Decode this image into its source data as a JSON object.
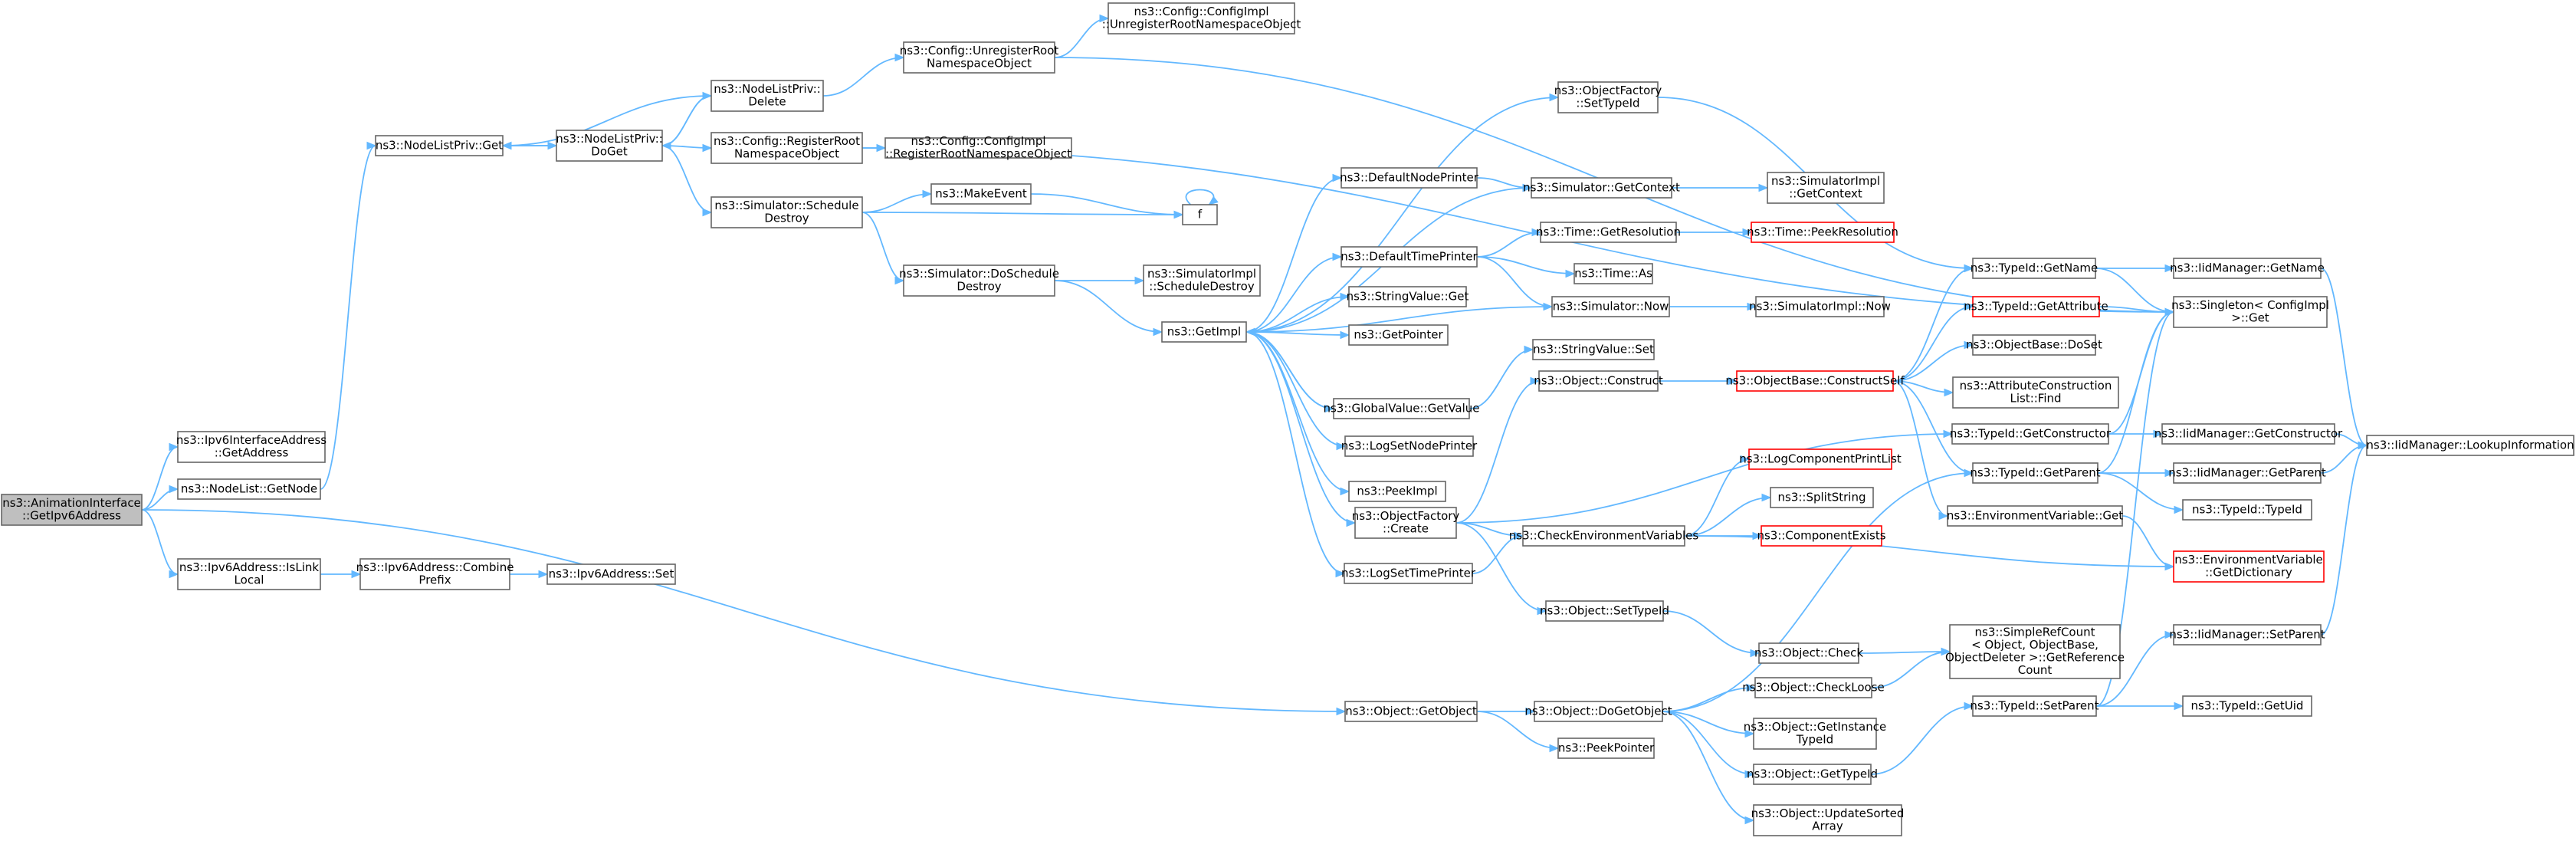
{
  "colors": {
    "edge": "#63b8ff",
    "node_border": "#666666",
    "node_fill": "#ffffff",
    "root_fill": "#bfbfbf",
    "highlight_border": "#ff0000"
  },
  "nodes": [
    {
      "id": "root",
      "lines": [
        "ns3::AnimationInterface",
        "::GetIpv6Address"
      ],
      "root": true
    },
    {
      "id": "ipv6ifaddr",
      "lines": [
        "ns3::Ipv6InterfaceAddress",
        "::GetAddress"
      ]
    },
    {
      "id": "nodelistgetnode",
      "lines": [
        "ns3::NodeList::GetNode"
      ]
    },
    {
      "id": "islinklocal",
      "lines": [
        "ns3::Ipv6Address::IsLink",
        "Local"
      ]
    },
    {
      "id": "combineprefix",
      "lines": [
        "ns3::Ipv6Address::Combine",
        "Prefix"
      ]
    },
    {
      "id": "ipv6set",
      "lines": [
        "ns3::Ipv6Address::Set"
      ]
    },
    {
      "id": "nlpget",
      "lines": [
        "ns3::NodeListPriv::Get"
      ]
    },
    {
      "id": "nlpdoget",
      "lines": [
        "ns3::NodeListPriv::",
        "DoGet"
      ]
    },
    {
      "id": "nlpdelete",
      "lines": [
        "ns3::NodeListPriv::",
        "Delete"
      ]
    },
    {
      "id": "unregroot",
      "lines": [
        "ns3::Config::UnregisterRoot",
        "NamespaceObject"
      ]
    },
    {
      "id": "implunreg",
      "lines": [
        "ns3::Config::ConfigImpl",
        "::UnregisterRootNamespaceObject"
      ]
    },
    {
      "id": "regroot",
      "lines": [
        "ns3::Config::RegisterRoot",
        "NamespaceObject"
      ]
    },
    {
      "id": "implreg",
      "lines": [
        "ns3::Config::ConfigImpl",
        "::RegisterRootNamespaceObject"
      ]
    },
    {
      "id": "scheddestroy",
      "lines": [
        "ns3::Simulator::Schedule",
        "Destroy"
      ]
    },
    {
      "id": "makeevent",
      "lines": [
        "ns3::MakeEvent"
      ]
    },
    {
      "id": "f",
      "lines": [
        "f"
      ]
    },
    {
      "id": "doscheddestroy",
      "lines": [
        "ns3::Simulator::DoSchedule",
        "Destroy"
      ]
    },
    {
      "id": "simimplsched",
      "lines": [
        "ns3::SimulatorImpl",
        "::ScheduleDestroy"
      ]
    },
    {
      "id": "getimpl",
      "lines": [
        "ns3::GetImpl"
      ]
    },
    {
      "id": "defnodeprinter",
      "lines": [
        "ns3::DefaultNodePrinter"
      ]
    },
    {
      "id": "objfactsettypeid",
      "lines": [
        "ns3::ObjectFactory",
        "::SetTypeId"
      ]
    },
    {
      "id": "simgetcontext",
      "lines": [
        "ns3::Simulator::GetContext"
      ]
    },
    {
      "id": "simimplgetcontext",
      "lines": [
        "ns3::SimulatorImpl",
        "::GetContext"
      ]
    },
    {
      "id": "deftimeprinter",
      "lines": [
        "ns3::DefaultTimePrinter"
      ]
    },
    {
      "id": "timegetres",
      "lines": [
        "ns3::Time::GetResolution"
      ]
    },
    {
      "id": "timepeekres",
      "lines": [
        "ns3::Time::PeekResolution"
      ],
      "red": true
    },
    {
      "id": "timeas",
      "lines": [
        "ns3::Time::As"
      ]
    },
    {
      "id": "strvalget",
      "lines": [
        "ns3::StringValue::Get"
      ]
    },
    {
      "id": "simnow",
      "lines": [
        "ns3::Simulator::Now"
      ]
    },
    {
      "id": "simimplnow",
      "lines": [
        "ns3::SimulatorImpl::Now"
      ]
    },
    {
      "id": "getpointer",
      "lines": [
        "ns3::GetPointer"
      ]
    },
    {
      "id": "strvalset",
      "lines": [
        "ns3::StringValue::Set"
      ]
    },
    {
      "id": "globalvalget",
      "lines": [
        "ns3::GlobalValue::GetValue"
      ]
    },
    {
      "id": "objconstruct",
      "lines": [
        "ns3::Object::Construct"
      ]
    },
    {
      "id": "constructself",
      "lines": [
        "ns3::ObjectBase::ConstructSelf"
      ],
      "red": true
    },
    {
      "id": "logsetnode",
      "lines": [
        "ns3::LogSetNodePrinter"
      ]
    },
    {
      "id": "peekimpl",
      "lines": [
        "ns3::PeekImpl"
      ]
    },
    {
      "id": "objfactcreate",
      "lines": [
        "ns3::ObjectFactory",
        "::Create"
      ]
    },
    {
      "id": "logsettime",
      "lines": [
        "ns3::LogSetTimePrinter"
      ]
    },
    {
      "id": "logcompprint",
      "lines": [
        "ns3::LogComponentPrintList"
      ],
      "red": true
    },
    {
      "id": "splitstring",
      "lines": [
        "ns3::SplitString"
      ]
    },
    {
      "id": "checkenv",
      "lines": [
        "ns3::CheckEnvironmentVariables"
      ]
    },
    {
      "id": "compexists",
      "lines": [
        "ns3::ComponentExists"
      ],
      "red": true
    },
    {
      "id": "objsettypeid",
      "lines": [
        "ns3::Object::SetTypeId"
      ]
    },
    {
      "id": "objcheck",
      "lines": [
        "ns3::Object::Check"
      ]
    },
    {
      "id": "objcheckloose",
      "lines": [
        "ns3::Object::CheckLoose"
      ]
    },
    {
      "id": "simplerefcount",
      "lines": [
        "ns3::SimpleRefCount",
        "< Object, ObjectBase,",
        "ObjectDeleter >::GetReference",
        "Count"
      ]
    },
    {
      "id": "objgetobject",
      "lines": [
        "ns3::Object::GetObject"
      ]
    },
    {
      "id": "objdogetobject",
      "lines": [
        "ns3::Object::DoGetObject"
      ]
    },
    {
      "id": "peekpointer",
      "lines": [
        "ns3::PeekPointer"
      ]
    },
    {
      "id": "objgetinst",
      "lines": [
        "ns3::Object::GetInstance",
        "TypeId"
      ]
    },
    {
      "id": "objgettypeid",
      "lines": [
        "ns3::Object::GetTypeId"
      ]
    },
    {
      "id": "objupdatesorted",
      "lines": [
        "ns3::Object::UpdateSorted",
        "Array"
      ]
    },
    {
      "id": "typeidgetname",
      "lines": [
        "ns3::TypeId::GetName"
      ]
    },
    {
      "id": "typeidgetattr",
      "lines": [
        "ns3::TypeId::GetAttribute"
      ],
      "red": true
    },
    {
      "id": "objbasedoset",
      "lines": [
        "ns3::ObjectBase::DoSet"
      ]
    },
    {
      "id": "attrconstfind",
      "lines": [
        "ns3::AttributeConstruction",
        "List::Find"
      ]
    },
    {
      "id": "typeidgetctor",
      "lines": [
        "ns3::TypeId::GetConstructor"
      ]
    },
    {
      "id": "typeidgetparent",
      "lines": [
        "ns3::TypeId::GetParent"
      ]
    },
    {
      "id": "envvarget",
      "lines": [
        "ns3::EnvironmentVariable::Get"
      ]
    },
    {
      "id": "typeidsetparent",
      "lines": [
        "ns3::TypeId::SetParent"
      ]
    },
    {
      "id": "iidgetname",
      "lines": [
        "ns3::IidManager::GetName"
      ]
    },
    {
      "id": "singletonget",
      "lines": [
        "ns3::Singleton< ConfigImpl",
        " >::Get"
      ]
    },
    {
      "id": "iidgetctor",
      "lines": [
        "ns3::IidManager::GetConstructor"
      ]
    },
    {
      "id": "iidgetparent",
      "lines": [
        "ns3::IidManager::GetParent"
      ]
    },
    {
      "id": "typeidtypeid",
      "lines": [
        "ns3::TypeId::TypeId"
      ]
    },
    {
      "id": "envgetdict",
      "lines": [
        "ns3::EnvironmentVariable",
        "::GetDictionary"
      ],
      "red": true
    },
    {
      "id": "iidsetparent",
      "lines": [
        "ns3::IidManager::SetParent"
      ]
    },
    {
      "id": "typeidgetuid",
      "lines": [
        "ns3::TypeId::GetUid"
      ]
    },
    {
      "id": "iidlookup",
      "lines": [
        "ns3::IidManager::LookupInformation"
      ]
    }
  ]
}
